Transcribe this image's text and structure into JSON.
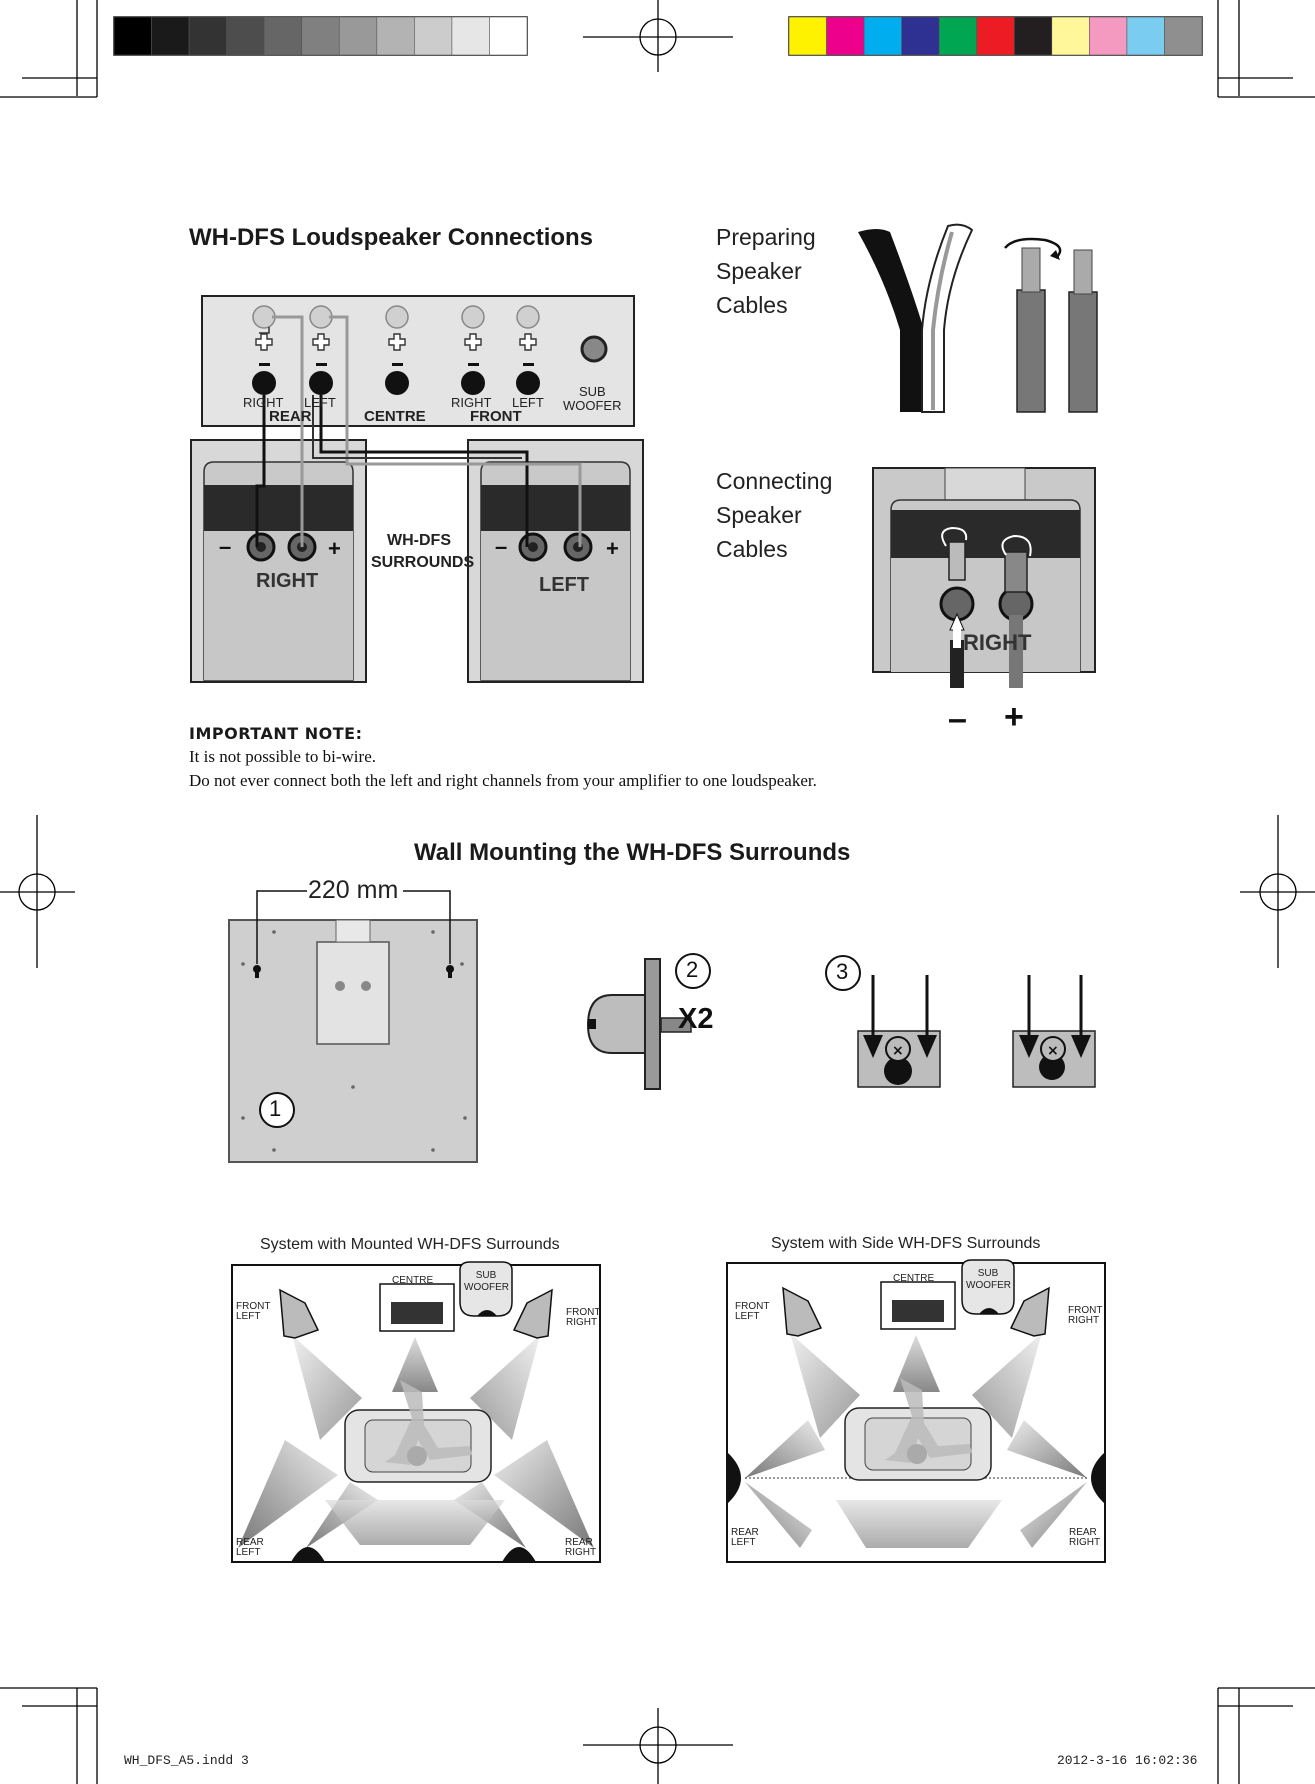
{
  "print_marks": {
    "file_label": "WH_DFS_A5.indd   3",
    "timestamp": "2012-3-16    16:02:36",
    "gray_swatches": [
      "#000000",
      "#1a1a1a",
      "#333333",
      "#4d4d4d",
      "#666666",
      "#808080",
      "#999999",
      "#b3b3b3",
      "#cccccc",
      "#e6e6e6",
      "#ffffff"
    ],
    "color_swatches": [
      "#fff200",
      "#ec008c",
      "#00aeef",
      "#2e3192",
      "#00a651",
      "#ed1c24",
      "#231f20",
      "#fff799",
      "#f49ac1",
      "#7accf0",
      "#8f8f8f"
    ]
  },
  "connections": {
    "title": "WH-DFS Loudspeaker Connections",
    "amp_labels": {
      "rear_right": "RIGHT",
      "rear_left": "LEFT",
      "rear": "REAR",
      "centre": "CENTRE",
      "front_right": "RIGHT",
      "front_left": "LEFT",
      "front": "FRONT",
      "sub": "SUB",
      "woofer": "WOOFER"
    },
    "speaker_right_label": "RIGHT",
    "speaker_left_label": "LEFT",
    "surrounds_line1": "WH-DFS",
    "surrounds_line2": "SURROUNDS"
  },
  "preparing": {
    "line1": "Preparing",
    "line2": "Speaker",
    "line3": "Cables"
  },
  "connecting": {
    "line1": "Connecting",
    "line2": "Speaker",
    "line3": "Cables",
    "minus": "–",
    "plus": "+",
    "speaker_label": "RIGHT"
  },
  "important_note": {
    "title": "IMPORTANT NOTE:",
    "line1": "It is not possible to bi-wire.",
    "line2": "Do not ever connect both the left and right channels from your amplifier to one loudspeaker."
  },
  "wall_mount": {
    "title": "Wall Mounting the WH-DFS Surrounds",
    "dimension": "220 mm",
    "step1": "1",
    "step2": "2",
    "step3": "3",
    "multiplier": "X2"
  },
  "systems": {
    "mounted_caption": "System with Mounted WH-DFS Surrounds",
    "side_caption": "System with Side WH-DFS Surrounds",
    "labels": {
      "centre": "CENTRE",
      "sub": "SUB",
      "woofer": "WOOFER",
      "front": "FRONT",
      "left": "LEFT",
      "right": "RIGHT",
      "rear": "REAR"
    }
  }
}
